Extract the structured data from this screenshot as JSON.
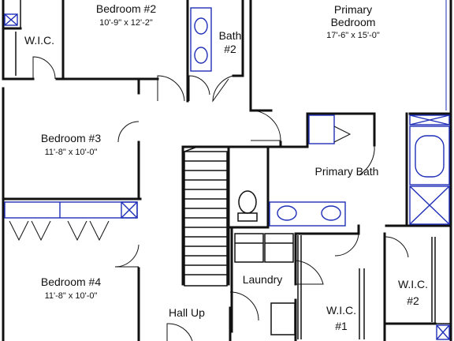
{
  "rooms": {
    "wic_left": {
      "name": "W.I.C."
    },
    "bedroom2": {
      "name": "Bedroom #2",
      "dims": "10'-9\" x 12'-2\""
    },
    "bath2": {
      "name_line1": "Bath",
      "name_line2": "#2"
    },
    "primary_bedroom": {
      "name_line1": "Primary",
      "name_line2": "Bedroom",
      "dims": "17'-6\" x 15'-0\""
    },
    "bedroom3": {
      "name": "Bedroom #3",
      "dims": "11'-8\" x 10'-0\""
    },
    "primary_bath": {
      "name": "Primary Bath"
    },
    "bedroom4": {
      "name": "Bedroom #4",
      "dims": "11'-8\" x 10'-0\""
    },
    "laundry": {
      "name": "Laundry"
    },
    "hall": {
      "name": "Hall Up"
    },
    "wic1": {
      "name_line1": "W.I.C.",
      "name_line2": "#1"
    },
    "wic2": {
      "name_line1": "W.I.C.",
      "name_line2": "#2"
    }
  },
  "colors": {
    "walls": "#111111",
    "fixtures": "#1f2fb8",
    "background": "#ffffff"
  }
}
